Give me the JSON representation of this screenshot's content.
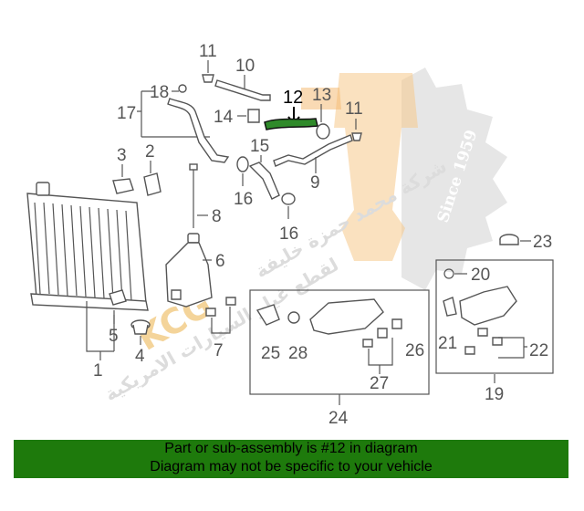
{
  "diagram": {
    "highlight_color": "#2f8a2a",
    "caption_bg": "#1e7a0c",
    "callouts": {
      "c1": "1",
      "c2": "2",
      "c3": "3",
      "c4": "4",
      "c5": "5",
      "c6": "6",
      "c7": "7",
      "c8": "8",
      "c9": "9",
      "c10": "10",
      "c11a": "11",
      "c11b": "11",
      "c12": "12",
      "c13": "13",
      "c14": "14",
      "c15": "15",
      "c16a": "16",
      "c16b": "16",
      "c17": "17",
      "c18": "18",
      "c19": "19",
      "c20": "20",
      "c21": "21",
      "c22": "22",
      "c23": "23",
      "c24": "24",
      "c25": "25",
      "c26": "26",
      "c27": "27",
      "c28": "28"
    },
    "highlighted_part": "12"
  },
  "watermark": {
    "since": "Since 1959",
    "line1": "شركة محمد حمزة خليفة",
    "line2": "لقطع غيار السيارات الامريكية",
    "logo_text": "KCG"
  },
  "caption": {
    "line1": "Part or sub-assembly is #12 in diagram",
    "line2": "Diagram may not be specific to your vehicle"
  }
}
